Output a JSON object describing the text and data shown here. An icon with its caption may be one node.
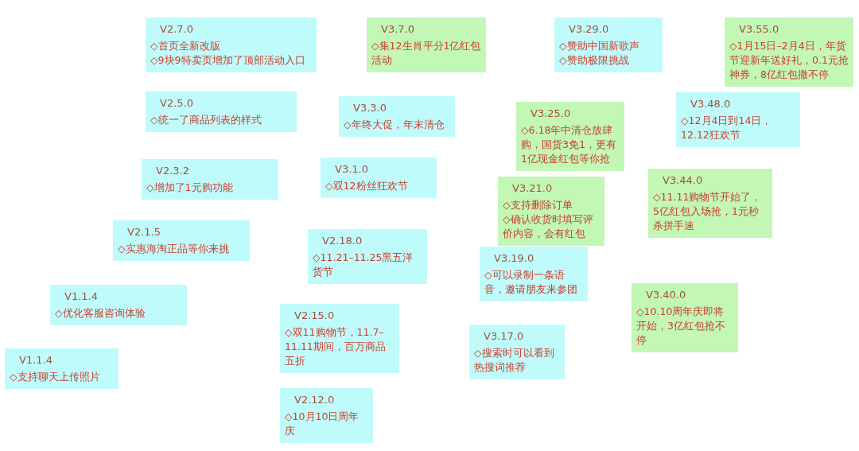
{
  "diagram": {
    "nodes": [
      {
        "text": [
          "V2.7.0",
          "◇首页全新改版",
          "◇9块9特卖页增加了顶部活动入口"
        ]
      },
      {
        "text": [
          "V3.7.0",
          "◇集12生肖平分1亿红包活动"
        ]
      },
      {
        "text": [
          "V3.29.0",
          "◇赞助中国新歌声",
          "◇赞助极限挑战"
        ]
      },
      {
        "text": [
          "V3.55.0",
          "◇1月15日–2月4日，年货节迎新年送好礼，0.1元抢神券，8亿红包撒不停"
        ]
      },
      {
        "text": [
          "V2.5.0",
          "◇统一了商品列表的样式"
        ]
      },
      {
        "text": [
          "V3.3.0",
          "◇年终大促，年末清仓"
        ]
      },
      {
        "text": [
          "V3.25.0",
          "◇6.18年中清仓放肆购，国货3免1，更有1亿现金红包等你抢"
        ]
      },
      {
        "text": [
          "V3.48.0",
          "◇12月4日到14日，12.12狂欢节"
        ]
      },
      {
        "text": [
          "V2.3.2",
          "◇增加了1元购功能"
        ]
      },
      {
        "text": [
          "V3.1.0",
          "◇双12粉丝狂欢节"
        ]
      },
      {
        "text": [
          "V3.21.0",
          "◇支持删除订单",
          "◇确认收货时填写评价内容，会有红包"
        ]
      },
      {
        "text": [
          "V3.44.0",
          "◇11.11购物节开始了，5亿红包入场抢，1元秒杀拼手速"
        ]
      },
      {
        "text": [
          "V2.1.5",
          "◇实惠海淘正品等你来挑"
        ]
      },
      {
        "text": [
          "V2.18.0",
          "◇11.21–11.25黑五洋货节"
        ]
      },
      {
        "text": [
          "V3.19.0",
          "◇可以录制一条语音，邀请朋友来参团"
        ]
      },
      {
        "text": [
          "V1.1.4",
          "◇优化客服咨询体验"
        ]
      },
      {
        "text": [
          "V3.40.0",
          "◇10.10周年庆即将开始，3亿红包抢不停"
        ]
      },
      {
        "text": [
          "V2.15.0",
          "◇双11购物节，11.7–11.11期间，百万商品五折"
        ]
      },
      {
        "text": [
          "V3.17.0",
          "◇搜索时可以看到热搜词推荐"
        ]
      },
      {
        "text": [
          "V1.1.4",
          "◇支持聊天上传照片"
        ]
      },
      {
        "text": [
          "V2.12.0",
          "◇10月10日周年庆"
        ]
      }
    ],
    "edges": []
  }
}
